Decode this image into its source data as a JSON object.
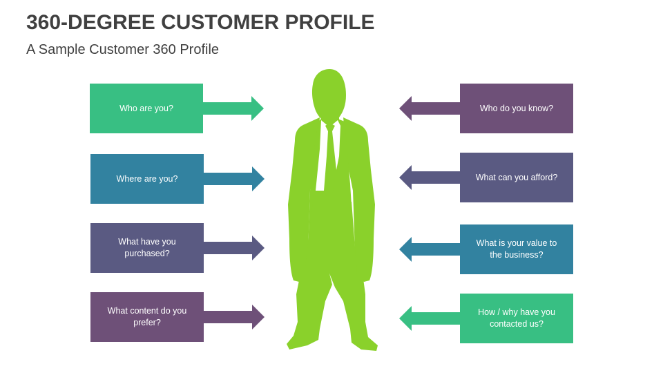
{
  "header": {
    "title": "360-DEGREE CUSTOMER PROFILE",
    "subtitle": "A Sample Customer 360 Profile"
  },
  "colors": {
    "green": "#38BF83",
    "teal": "#3282A0",
    "slate": "#5A5A82",
    "plum": "#6E5078",
    "figure": "#8AD12B",
    "title_text": "#404040"
  },
  "center_figure": {
    "icon": "businessman-silhouette-icon"
  },
  "left_items": [
    {
      "label": "Who are you?",
      "color": "#38BF83"
    },
    {
      "label": "Where are you?",
      "color": "#3282A0"
    },
    {
      "label": "What have you purchased?",
      "color": "#5A5A82"
    },
    {
      "label": "What content do you prefer?",
      "color": "#6E5078"
    }
  ],
  "right_items": [
    {
      "label": "Who do you know?",
      "color": "#6E5078"
    },
    {
      "label": "What can you afford?",
      "color": "#5A5A82"
    },
    {
      "label": "What is your value to the business?",
      "color": "#3282A0"
    },
    {
      "label": "How / why have you contacted us?",
      "color": "#38BF83"
    }
  ]
}
